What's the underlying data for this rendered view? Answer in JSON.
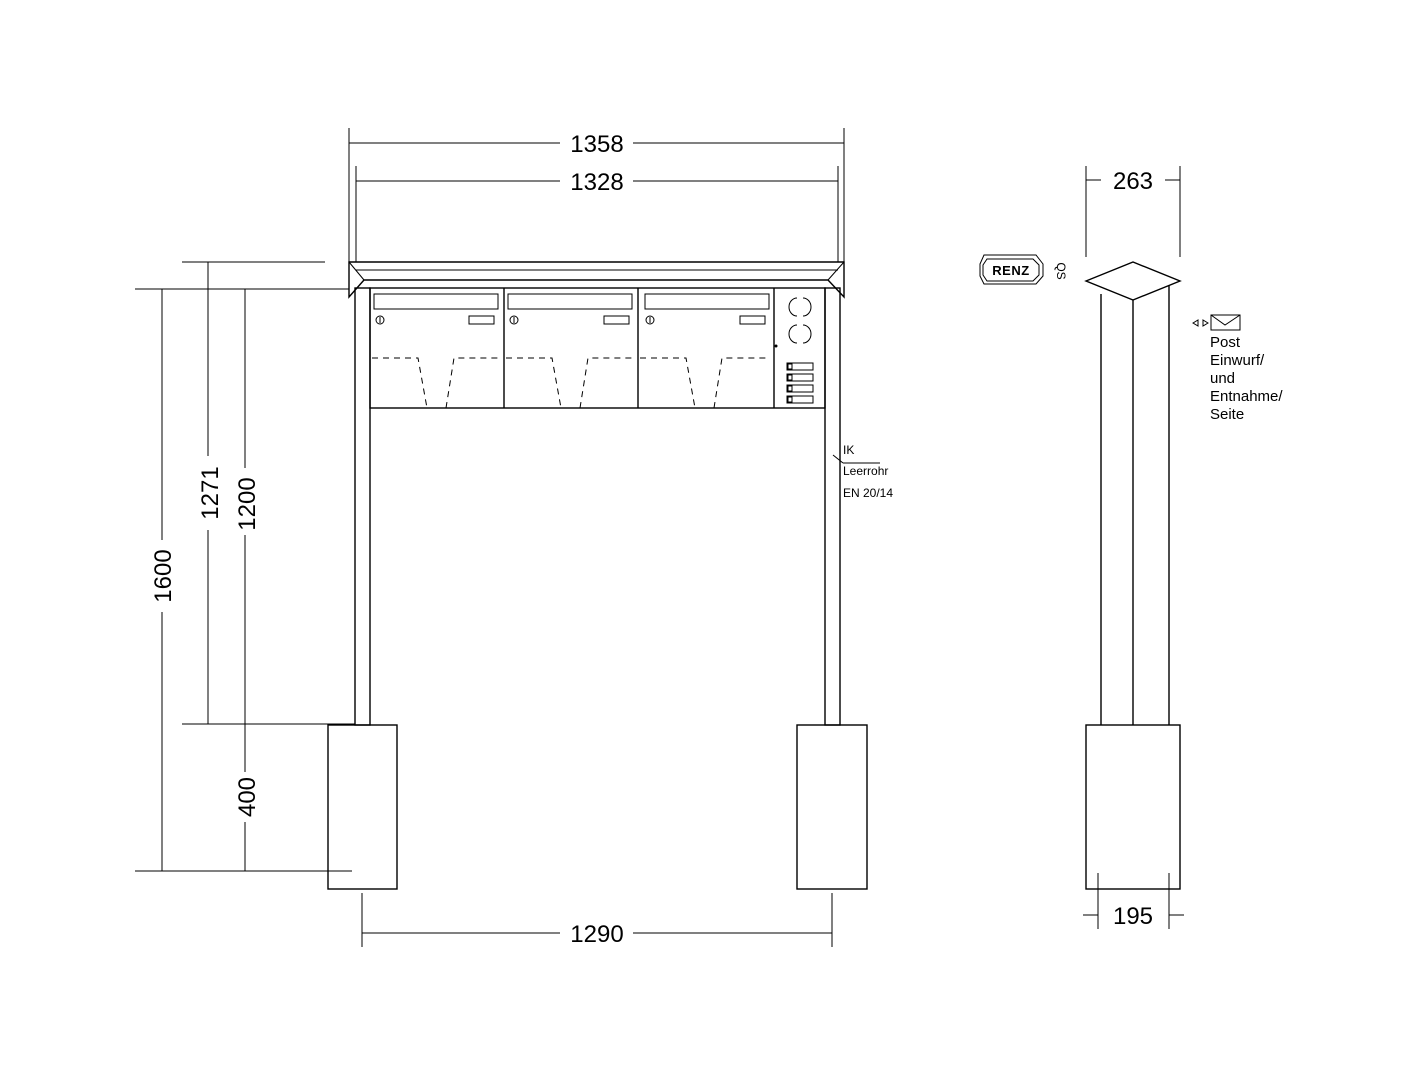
{
  "front_view": {
    "dimensions": {
      "overall_width": "1358",
      "inner_width": "1328",
      "post_spacing": "1290",
      "total_height": "1600",
      "height_to_roof": "1271",
      "height_to_box": "1200",
      "foot_height": "400"
    },
    "mailbox_units": 3,
    "side_panel": {
      "speakers": 2,
      "bell_buttons": 4
    },
    "conduit_note": {
      "line1": "IK",
      "line2": "Leerrohr",
      "line3": "EN 20/14"
    }
  },
  "side_view": {
    "dimensions": {
      "top_depth": "263",
      "foot_depth": "195"
    },
    "logo": {
      "text": "RENZ",
      "qs": "QS"
    },
    "post_note": {
      "icon": "envelope-icon",
      "line1": "Post",
      "line2": "Einwurf/",
      "line3": "und",
      "line4": "Entnahme/",
      "line5": "Seite"
    }
  }
}
